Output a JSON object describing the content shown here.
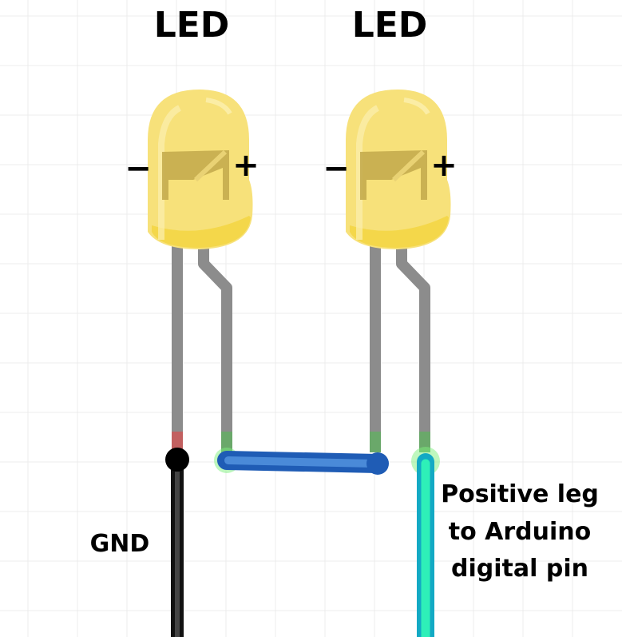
{
  "leds": [
    {
      "title": "LED",
      "minus": "−",
      "plus": "+",
      "color": "#f7e17a"
    },
    {
      "title": "LED",
      "minus": "−",
      "plus": "+",
      "color": "#f7e17a"
    }
  ],
  "labels": {
    "gnd": "GND",
    "positive": [
      "Positive leg",
      "to Arduino",
      "digital pin"
    ]
  },
  "wires": {
    "gnd_color": "#111111",
    "jumper_color": "#2a66c0",
    "signal_color": "#2ee8b8"
  }
}
